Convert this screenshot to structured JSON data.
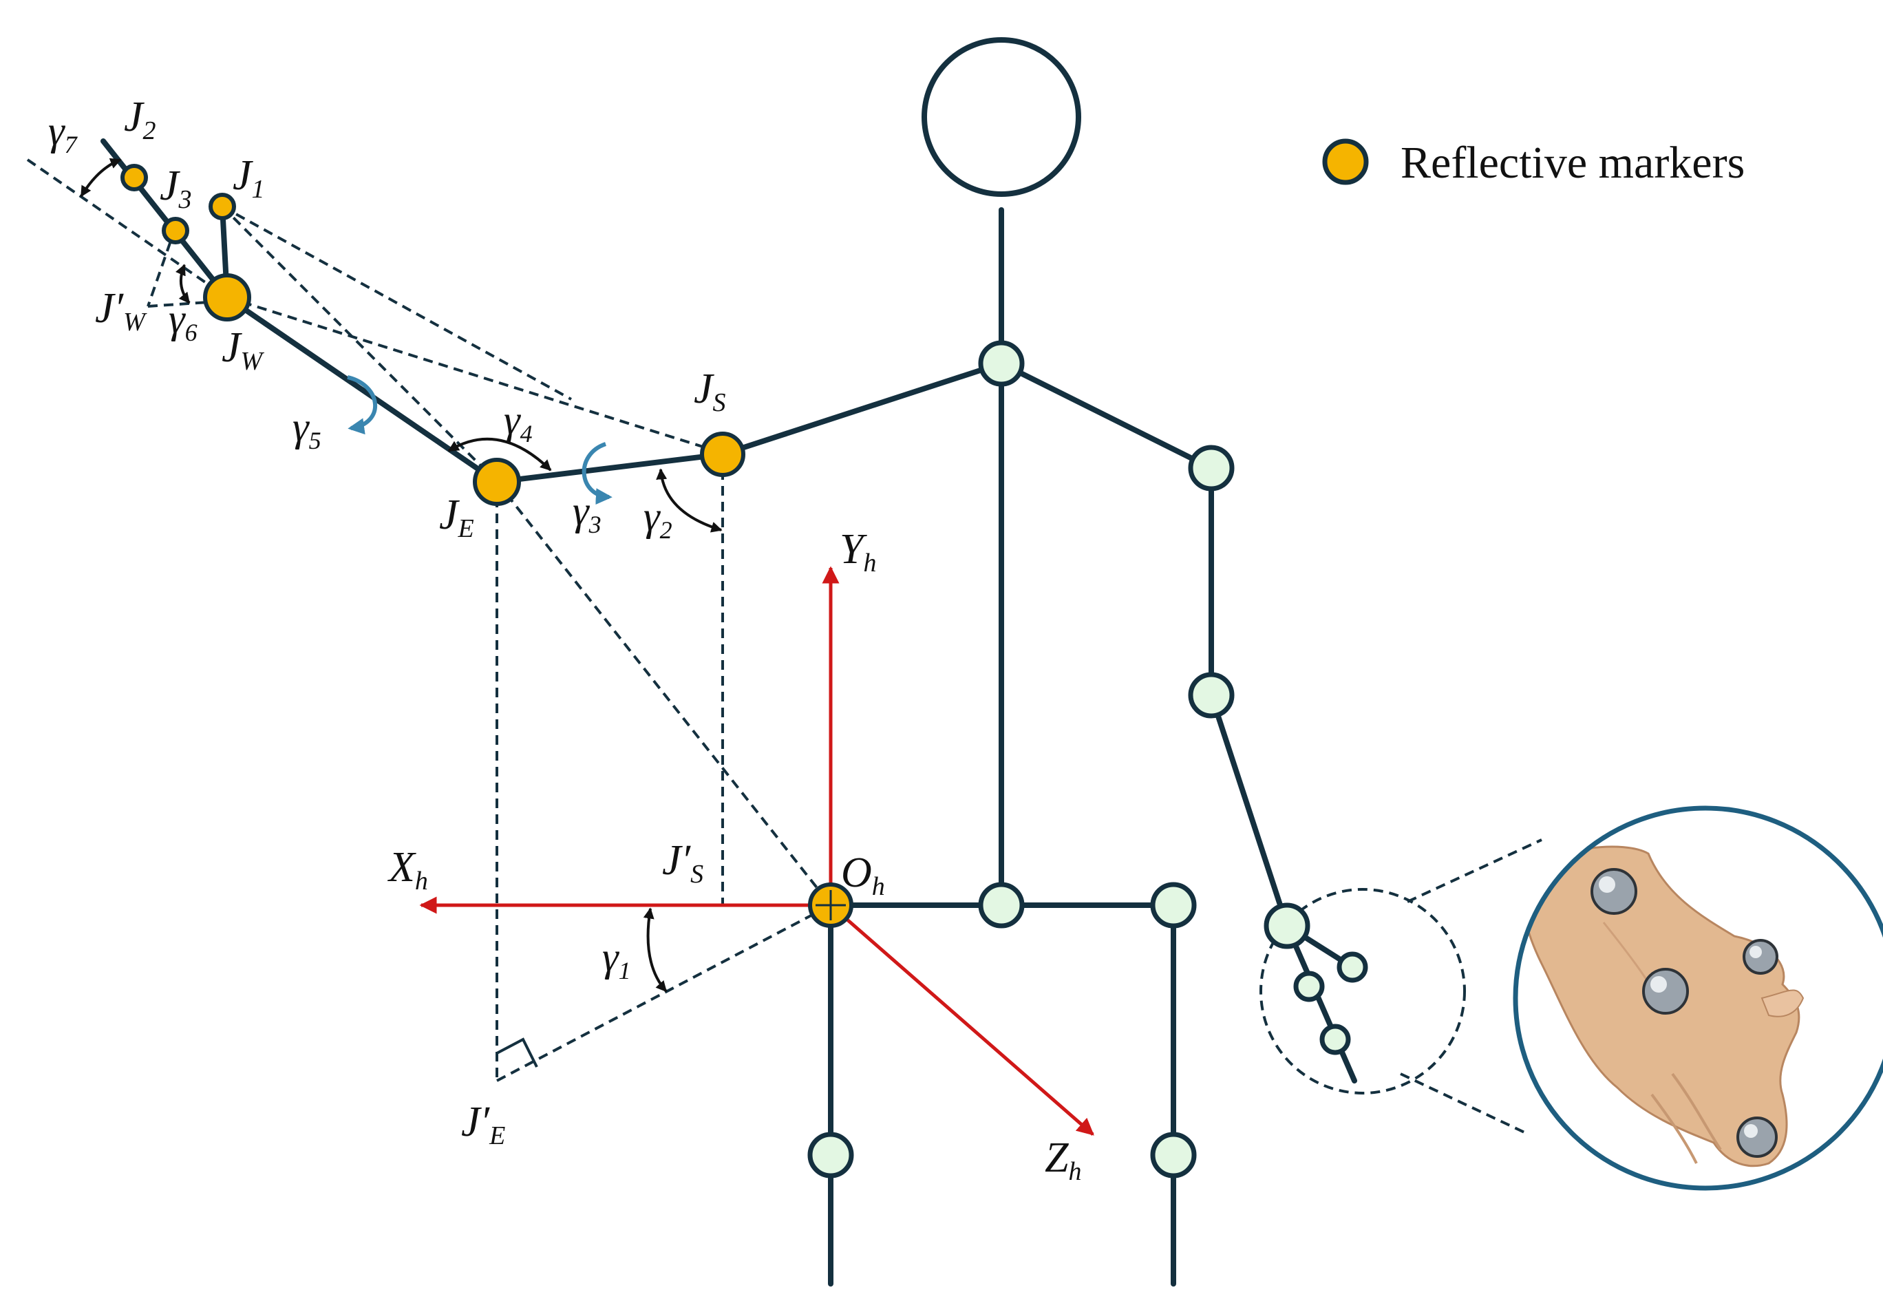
{
  "legend": {
    "label": "Reflective markers",
    "marker_color": "#F5B400"
  },
  "labels": {
    "j1": {
      "main": "J",
      "sub": "1"
    },
    "j2": {
      "main": "J",
      "sub": "2"
    },
    "j3": {
      "main": "J",
      "sub": "3"
    },
    "jw": {
      "main": "J",
      "sub": "W"
    },
    "jw_prime": {
      "main": "J′",
      "sub": "W"
    },
    "je": {
      "main": "J",
      "sub": "E"
    },
    "je_prime": {
      "main": "J′",
      "sub": "E"
    },
    "js": {
      "main": "J",
      "sub": "S"
    },
    "js_prime": {
      "main": "J′",
      "sub": "S"
    },
    "oh": {
      "main": "O",
      "sub": "h"
    },
    "xh": {
      "main": "X",
      "sub": "h"
    },
    "yh": {
      "main": "Y",
      "sub": "h"
    },
    "zh": {
      "main": "Z",
      "sub": "h"
    },
    "g1": {
      "main": "γ",
      "sub": "1"
    },
    "g2": {
      "main": "γ",
      "sub": "2"
    },
    "g3": {
      "main": "γ",
      "sub": "3"
    },
    "g4": {
      "main": "γ",
      "sub": "4"
    },
    "g5": {
      "main": "γ",
      "sub": "5"
    },
    "g6": {
      "main": "γ",
      "sub": "6"
    },
    "g7": {
      "main": "γ",
      "sub": "7"
    }
  },
  "colors": {
    "skeleton": "#14303F",
    "joint_fill": "#E3F7E3",
    "axis": "#D01818",
    "rotation": "#3A86B0",
    "marker": "#F5B400"
  }
}
